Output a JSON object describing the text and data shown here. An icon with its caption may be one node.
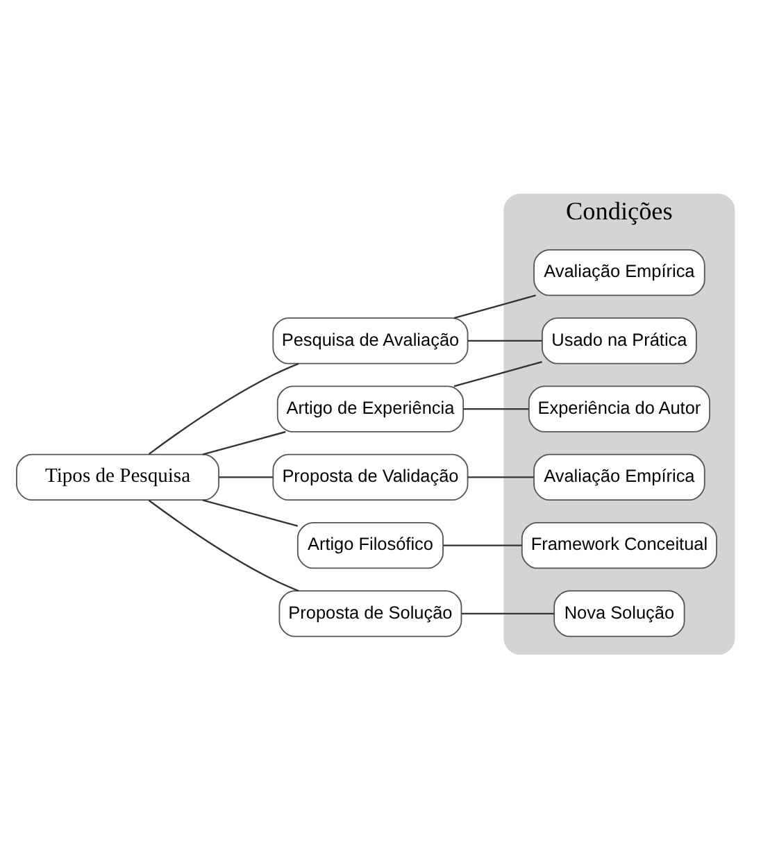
{
  "diagram": {
    "nodes": [
      {
        "text": [
          "Condições"
        ]
      },
      {
        "text": [
          "Tipos de Pesquisa"
        ]
      },
      {
        "text": [
          "Pesquisa de Avaliação"
        ]
      },
      {
        "text": [
          "Artigo de Experiência"
        ]
      },
      {
        "text": [
          "Proposta de Validação"
        ]
      },
      {
        "text": [
          "Artigo Filosófico"
        ]
      },
      {
        "text": [
          "Proposta de Solução"
        ]
      },
      {
        "text": [
          "Avaliação Empírica"
        ],
        "in": 0
      },
      {
        "text": [
          "Usado na Prática"
        ],
        "in": 0
      },
      {
        "text": [
          "Experiência do Autor"
        ],
        "in": 0
      },
      {
        "text": [
          "Avaliação Empírica"
        ],
        "in": 0
      },
      {
        "text": [
          "Framework Conceitual"
        ],
        "in": 0
      },
      {
        "text": [
          "Nova Solução"
        ],
        "in": 0
      }
    ],
    "edges": [
      {
        "from": 1,
        "to": 2,
        "arrow": "none"
      },
      {
        "from": 1,
        "to": 3,
        "arrow": "none"
      },
      {
        "from": 1,
        "to": 4,
        "arrow": "none"
      },
      {
        "from": 1,
        "to": 5,
        "arrow": "none"
      },
      {
        "from": 1,
        "to": 6,
        "arrow": "none"
      },
      {
        "from": 2,
        "to": 7,
        "arrow": "none"
      },
      {
        "from": 2,
        "to": 8,
        "arrow": "none"
      },
      {
        "from": 3,
        "to": 8,
        "arrow": "none"
      },
      {
        "from": 3,
        "to": 9,
        "arrow": "none"
      },
      {
        "from": 4,
        "to": 10,
        "arrow": "none"
      },
      {
        "from": 5,
        "to": 11,
        "arrow": "none"
      },
      {
        "from": 6,
        "to": 12,
        "arrow": "none"
      }
    ]
  }
}
